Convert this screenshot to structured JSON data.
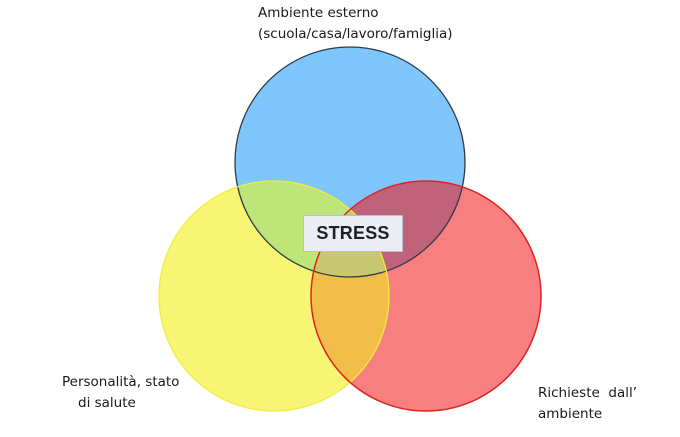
{
  "diagram": {
    "center_label": "STRESS",
    "circles": [
      {
        "id": "top",
        "label_lines": [
          "Ambiente esterno",
          "(scuola/casa/lavoro/famiglia)"
        ],
        "fill": "#7fc6fc",
        "stroke": "#2f3a46"
      },
      {
        "id": "left",
        "label_lines": [
          "Personalità, stato",
          "di salute"
        ],
        "fill": "#f8f474",
        "stroke": "#f2ec3c"
      },
      {
        "id": "right",
        "label_lines": [
          "Richieste  dall’",
          "ambiente"
        ],
        "fill": "#f77f7f",
        "stroke": "#e02222"
      }
    ],
    "overlap_colors": {
      "top_left": "#bde57a",
      "top_right": "#c0627a",
      "left_right": "#f2bd48",
      "all": "#c8c870"
    }
  }
}
